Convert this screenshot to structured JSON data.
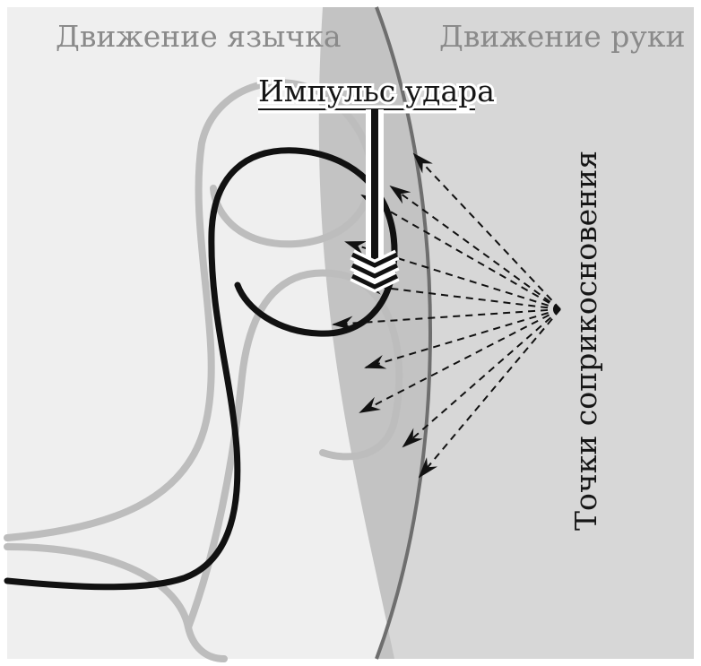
{
  "labels": {
    "tongue_motion": "Движение язычка",
    "hand_motion": "Движение руки",
    "strike_impulse": "Импульс удара",
    "contact_points": "Точки соприкосновения"
  },
  "colors": {
    "background_left": "#efefef",
    "background_right": "#d7d7d7",
    "overlap_band": "#c3c3c3",
    "ghost_loop": "#bdbdbd",
    "main_loop": "#111111",
    "arrow": "#111111",
    "label_light": "#8a8a8a",
    "label_dark": "#161616"
  },
  "icons": {
    "impulse_arrow": "down-chevron-arrow-icon",
    "contact_arrows": "dashed-arrow-icon"
  }
}
